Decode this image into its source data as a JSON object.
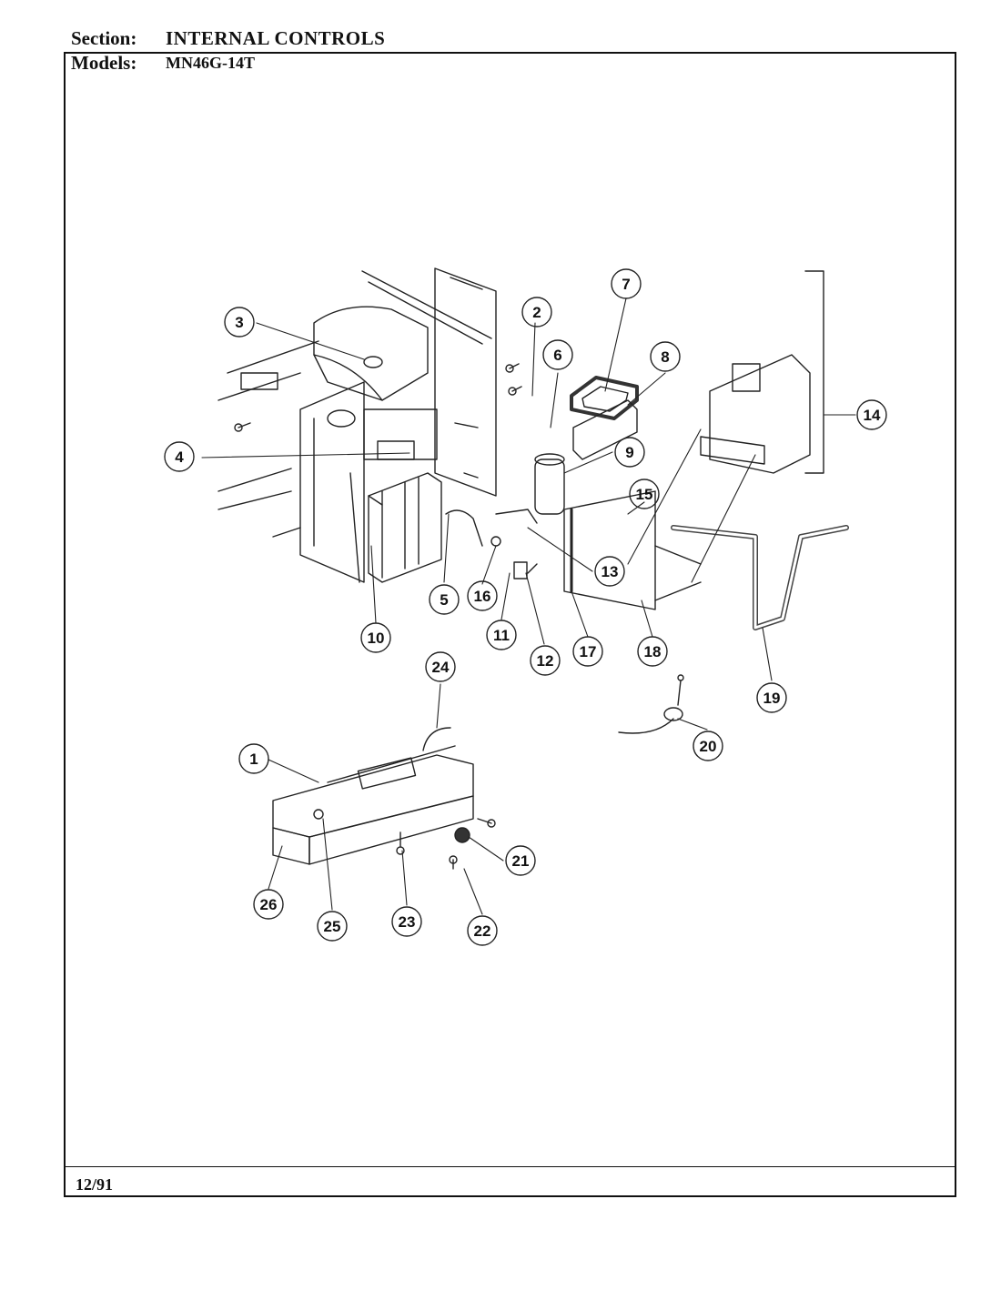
{
  "header": {
    "section_label": "Section:",
    "section_value": "INTERNAL CONTROLS",
    "models_label": "Models:",
    "models_value": "MN46G-14T"
  },
  "footer": {
    "date": "12/91"
  },
  "callouts": [
    "1",
    "2",
    "3",
    "4",
    "5",
    "6",
    "7",
    "8",
    "9",
    "10",
    "11",
    "12",
    "13",
    "14",
    "15",
    "16",
    "17",
    "18",
    "19",
    "20",
    "21",
    "22",
    "23",
    "24",
    "25",
    "26"
  ]
}
